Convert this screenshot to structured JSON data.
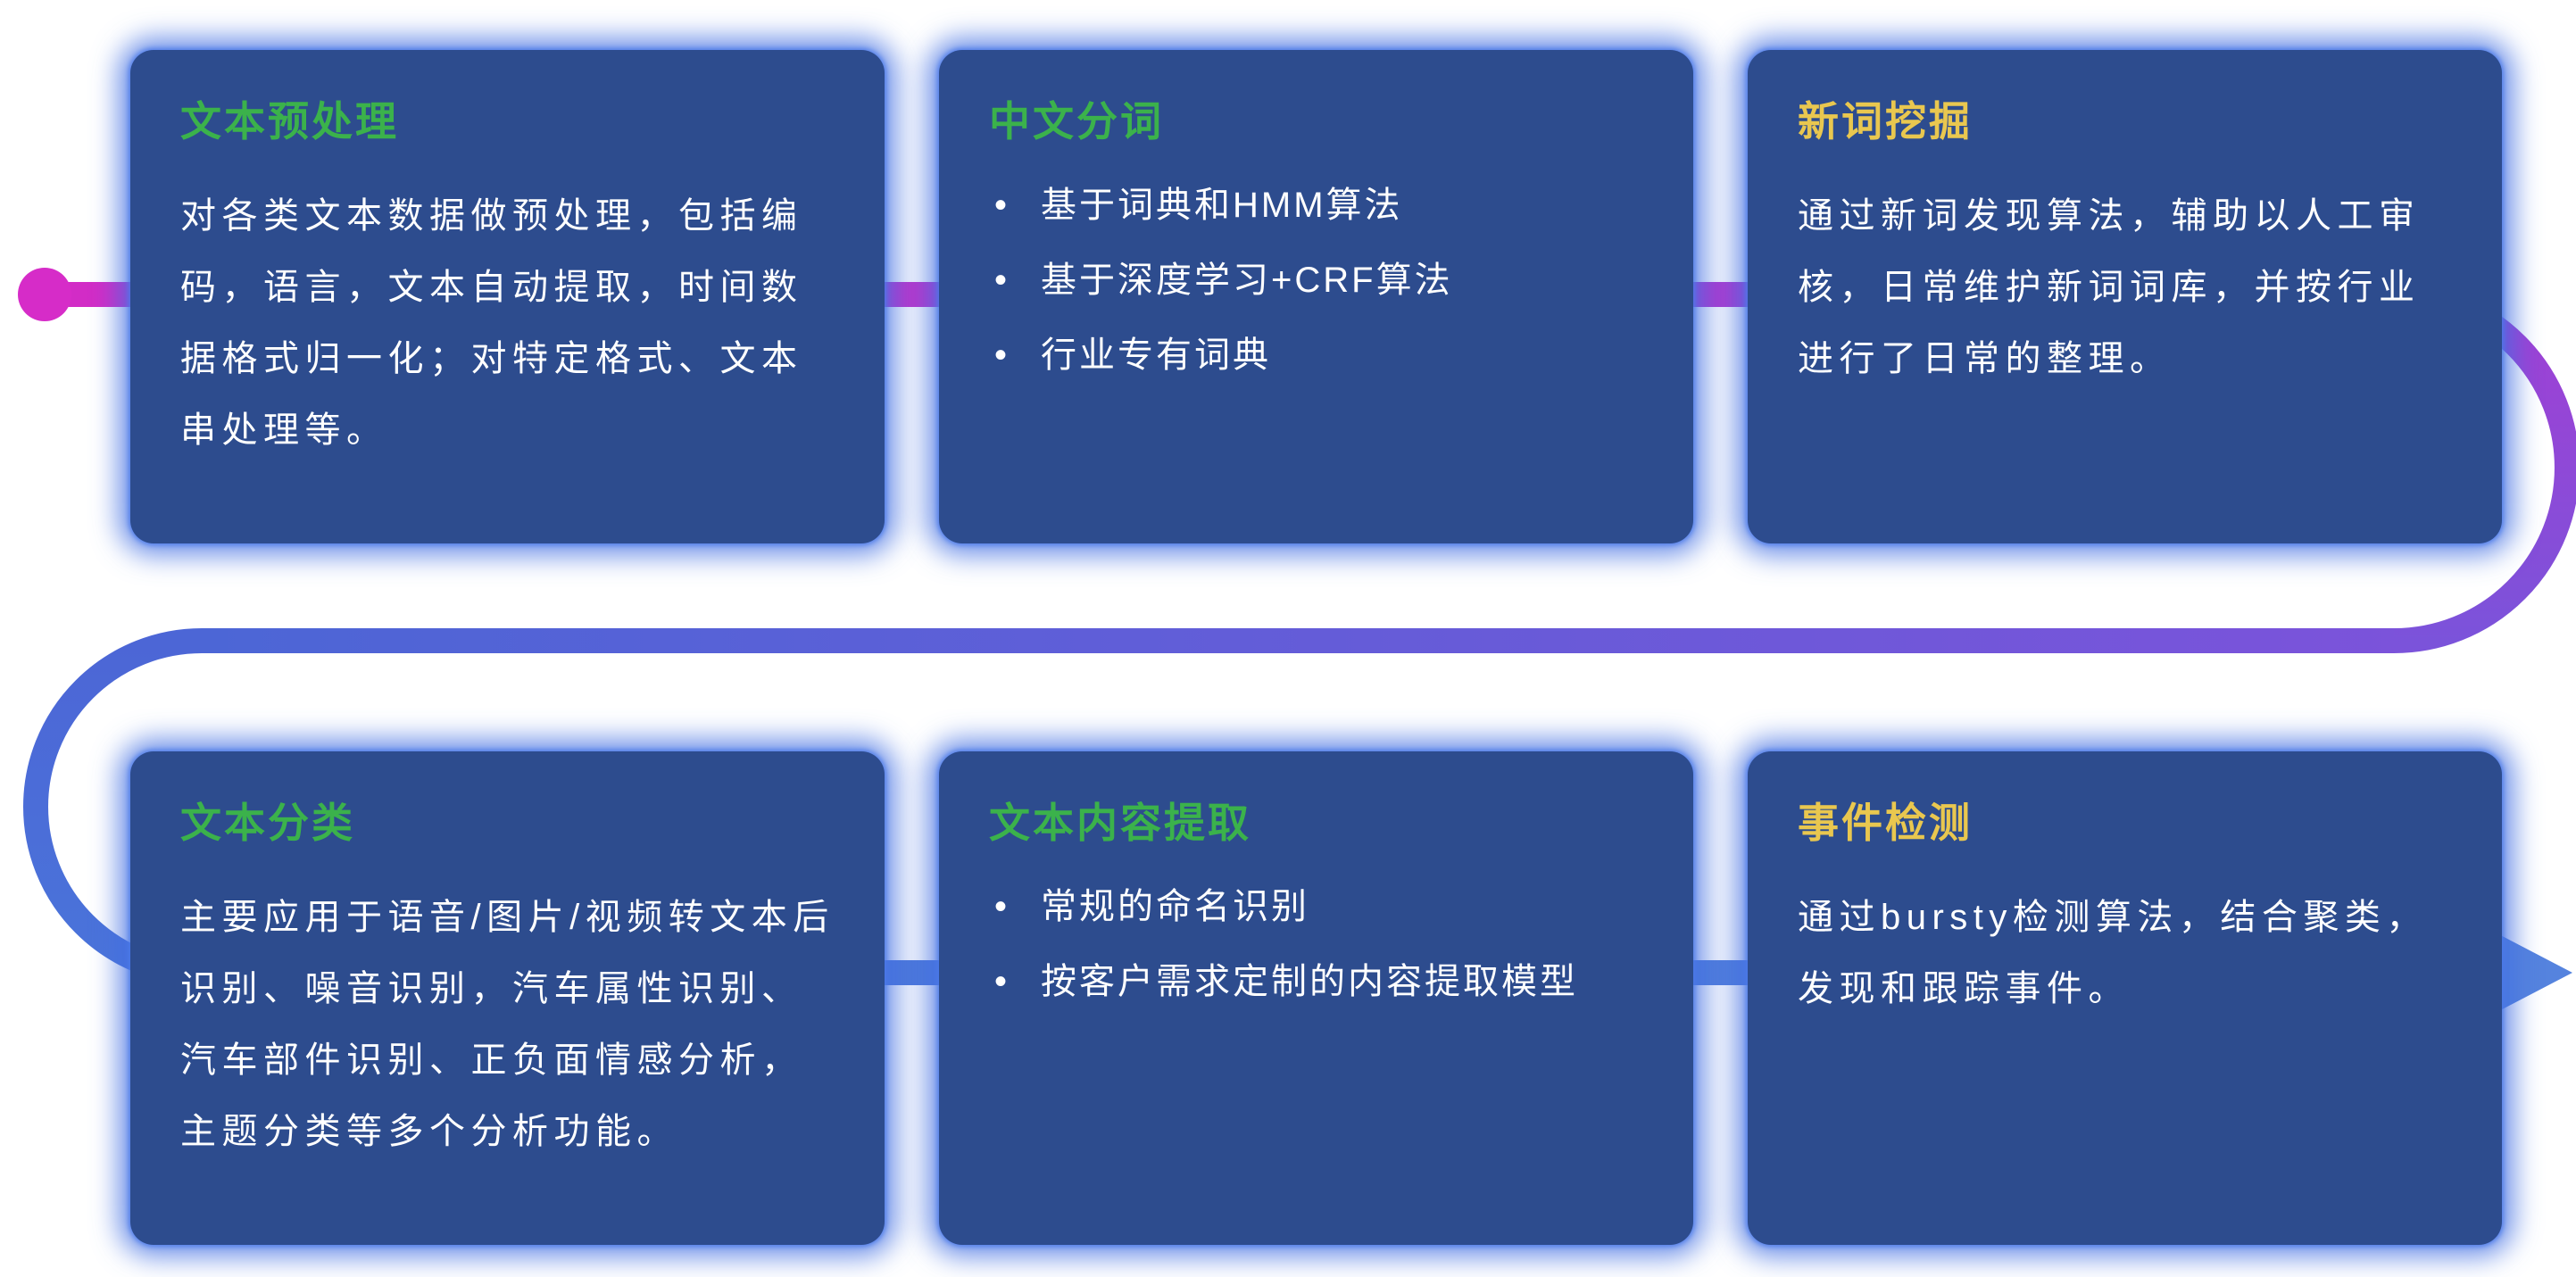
{
  "cards": [
    {
      "title": "文本预处理",
      "title_color": "#3bb24b",
      "body": "对各类文本数据做预处理，包括编码，语言，文本自动提取，时间数据格式归一化；对特定格式、文本串处理等。"
    },
    {
      "title": "中文分词",
      "title_color": "#3bb24b",
      "bullets": [
        "基于词典和HMM算法",
        "基于深度学习+CRF算法",
        "行业专有词典"
      ]
    },
    {
      "title": "新词挖掘",
      "title_color": "#e9c74f",
      "body": "通过新词发现算法，辅助以人工审核，日常维护新词词库，并按行业进行了日常的整理。"
    },
    {
      "title": "文本分类",
      "title_color": "#3bb24b",
      "body": "主要应用于语音/图片/视频转文本后识别、噪音识别，汽车属性识别、汽车部件识别、正负面情感分析，主题分类等多个分析功能。"
    },
    {
      "title": "文本内容提取",
      "title_color": "#3bb24b",
      "bullets": [
        "常规的命名识别",
        "按客户需求定制的内容提取模型"
      ]
    },
    {
      "title": "事件检测",
      "title_color": "#e9c74f",
      "body": "通过bursty检测算法，结合聚类，发现和跟踪事件。"
    }
  ],
  "colors": {
    "card_background": "#2d4c8e",
    "card_glow": "#4270e2",
    "title_green": "#3bb24b",
    "title_yellow": "#e9c74f",
    "body_text": "#ffffff",
    "flow_start_magenta": "#d32cc6",
    "flow_mid_purple": "#7b53da",
    "flow_end_blue": "#5583de"
  }
}
